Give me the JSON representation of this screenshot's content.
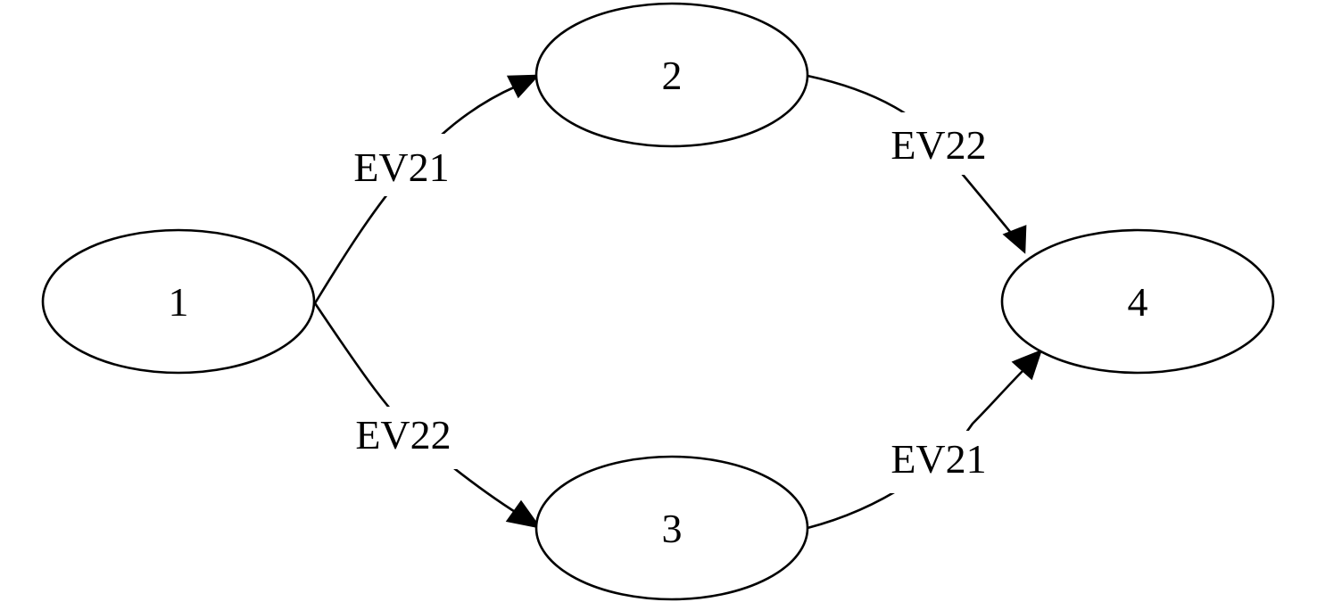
{
  "graph": {
    "nodes": [
      {
        "id": "1",
        "label": "1"
      },
      {
        "id": "2",
        "label": "2"
      },
      {
        "id": "3",
        "label": "3"
      },
      {
        "id": "4",
        "label": "4"
      }
    ],
    "edges": [
      {
        "from": "1",
        "to": "2",
        "label": "EV21"
      },
      {
        "from": "1",
        "to": "3",
        "label": "EV22"
      },
      {
        "from": "2",
        "to": "4",
        "label": "EV22"
      },
      {
        "from": "3",
        "to": "4",
        "label": "EV21"
      }
    ],
    "colors": {
      "stroke": "#000000",
      "fill": "#ffffff",
      "background": "#ffffff"
    }
  }
}
